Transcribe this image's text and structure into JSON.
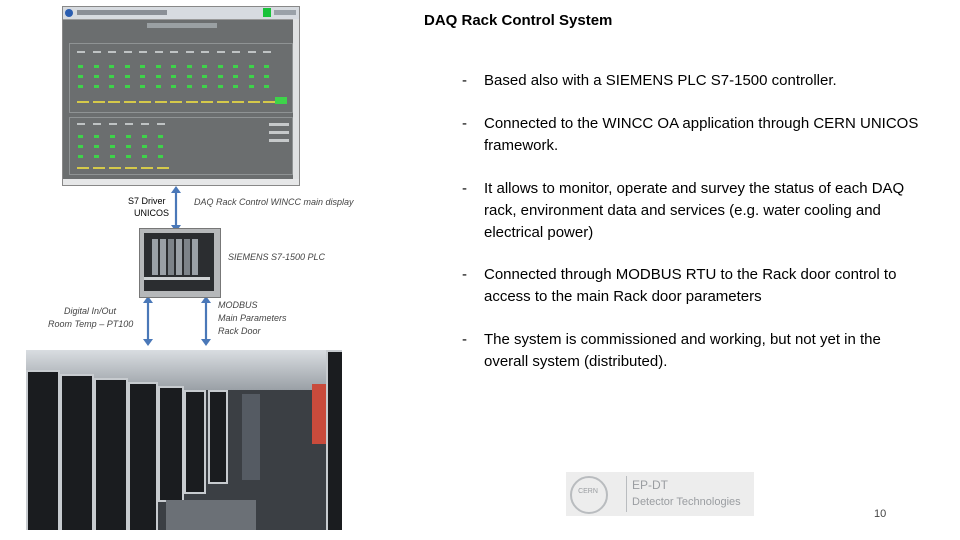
{
  "title": "DAQ Rack Control System",
  "labels": {
    "s7_driver": "S7 Driver",
    "unicos": "UNICOS",
    "wincc_caption": "DAQ Rack Control WINCC main display",
    "plc_caption": "SIEMENS S7-1500 PLC",
    "digital_io": "Digital In/Out",
    "room_temp": "Room Temp – PT100",
    "modbus": "MODBUS",
    "main_params": "Main Parameters",
    "rack_door": "Rack Door"
  },
  "bullets": [
    {
      "dash": "-",
      "text": "Based also with a SIEMENS PLC S7-1500 controller."
    },
    {
      "dash": "-",
      "text": "Connected to the WINCC OA application through CERN UNICOS framework."
    },
    {
      "dash": "-",
      "text": "It allows to monitor, operate and survey the status of each DAQ rack, environment data and services (e.g. water cooling and electrical power)"
    },
    {
      "dash": "-",
      "text": "Connected through MODBUS RTU to the Rack door control to access to the main Rack door parameters"
    },
    {
      "dash": "-",
      "text": "The system is commissioned and working, but not yet in the overall system (distributed)."
    }
  ],
  "logo": {
    "org": "CERN",
    "line1": "EP-DT",
    "line2": "Detector Technologies"
  },
  "page_number": "10",
  "colors": {
    "arrow": "#4a78b8",
    "status_green": "#3ed34a"
  }
}
